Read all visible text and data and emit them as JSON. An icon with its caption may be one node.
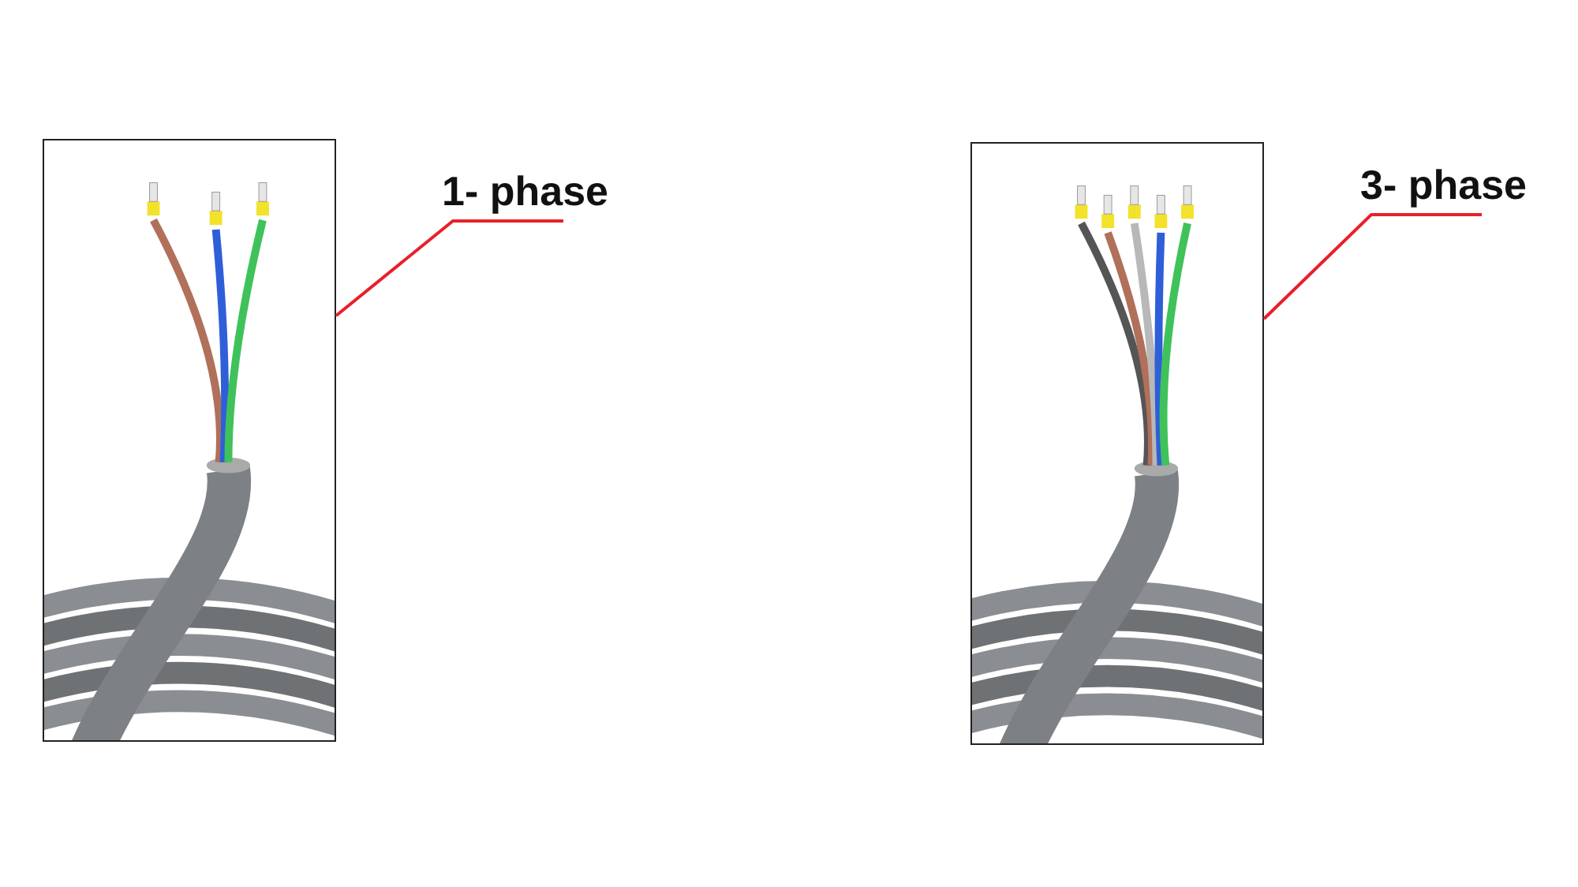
{
  "diagram": {
    "nodes": [
      {
        "text": [],
        "shape": "picture"
      },
      {
        "text": [
          "1- phase"
        ]
      },
      {
        "text": [],
        "shape": "picture"
      },
      {
        "text": [
          "3- phase"
        ]
      }
    ],
    "edges": [
      {
        "from": 1,
        "to": 0,
        "arrow": "none",
        "color": "#e8202a"
      },
      {
        "from": 3,
        "to": 2,
        "arrow": "none",
        "color": "#e8202a"
      }
    ]
  }
}
